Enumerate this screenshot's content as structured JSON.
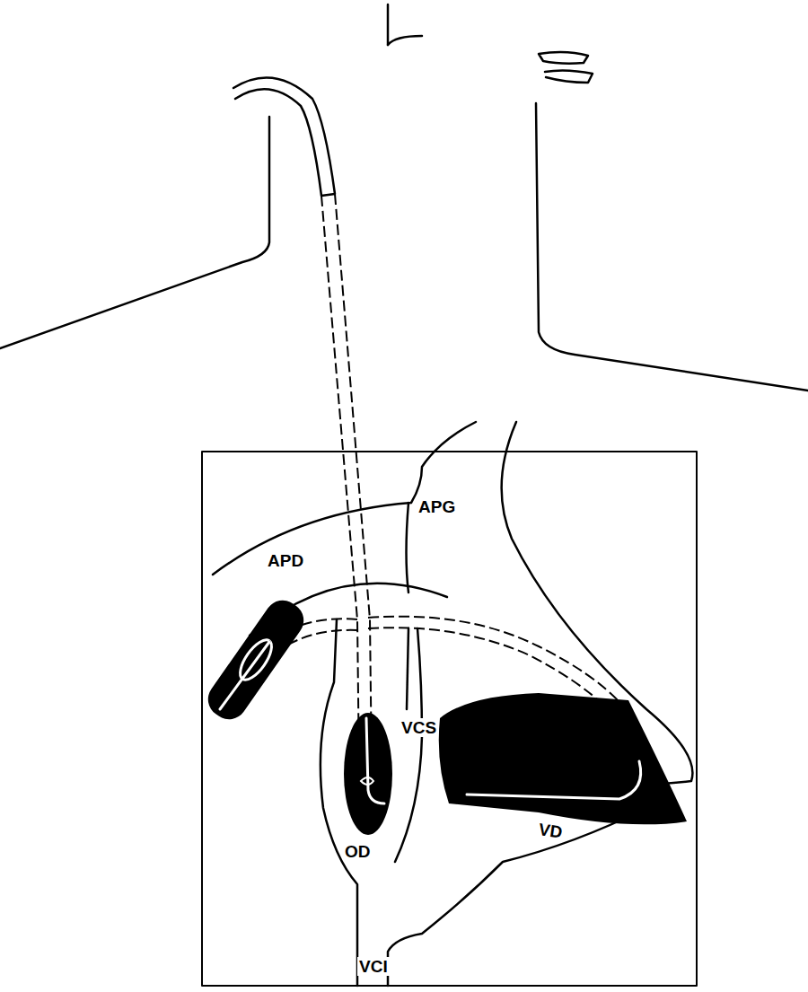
{
  "diagram": {
    "labels": [
      "APG",
      "APD",
      "VCS",
      "OD",
      "VD",
      "VCI"
    ]
  }
}
